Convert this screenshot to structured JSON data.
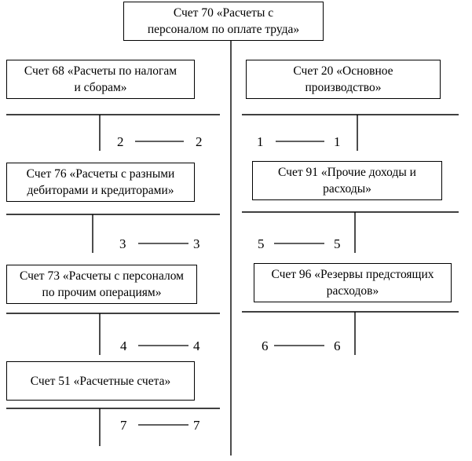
{
  "header": {
    "title": "Счет 70 «Расчеты с\nперсоналом по оплате труда»"
  },
  "left": [
    {
      "title": "Счет 68 «Расчеты по налогам\nи сборам»",
      "left_num": "2",
      "right_num": "2"
    },
    {
      "title": "Счет 76 «Расчеты с разными\nдебиторами и кредиторами»",
      "left_num": "3",
      "right_num": "3"
    },
    {
      "title": "Счет 73 «Расчеты с персоналом\nпо прочим операциям»",
      "left_num": "4",
      "right_num": "4"
    },
    {
      "title": "Счет 51 «Расчетные  счета»",
      "left_num": "7",
      "right_num": "7"
    }
  ],
  "right": [
    {
      "title": "Счет 20 «Основное\nпроизводство»",
      "left_num": "1",
      "right_num": "1"
    },
    {
      "title": "Счет 91 «Прочие доходы и\nрасходы»",
      "left_num": "5",
      "right_num": "5"
    },
    {
      "title": "Счет 96 «Резервы предстоящих\nрасходов»",
      "left_num": "6",
      "right_num": "6"
    }
  ]
}
